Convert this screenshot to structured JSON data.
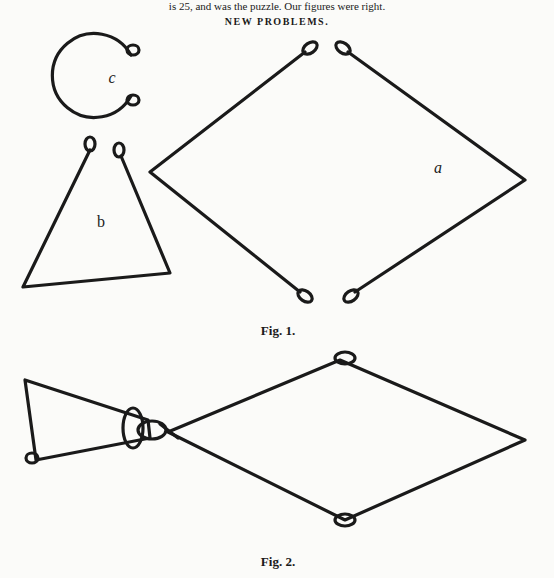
{
  "diagram": {
    "title": "NEW PROBLEMS.",
    "labels": [
      "is 25, and was the puzzle. Our figures were right.",
      "c",
      "a",
      "b",
      "Fig. 1.",
      "Fig. 2."
    ]
  }
}
